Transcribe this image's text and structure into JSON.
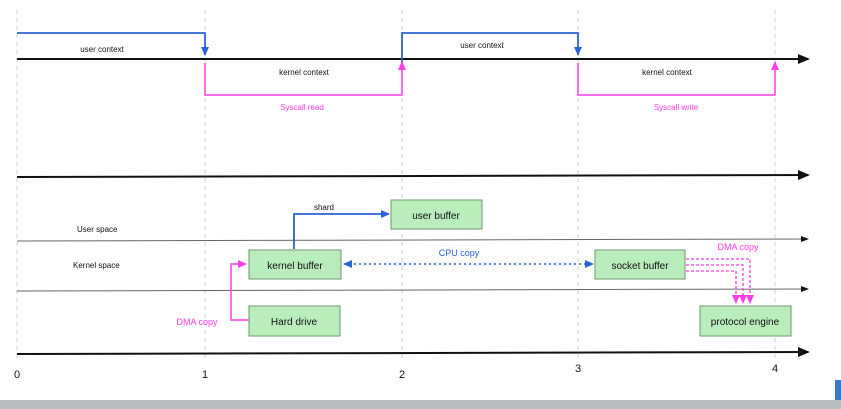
{
  "timeline": {
    "tick_labels": [
      "0",
      "1",
      "2",
      "3",
      "4"
    ],
    "user_context_1": "user context",
    "user_context_2": "user context",
    "kernel_context_1": "kernel context",
    "kernel_context_2": "kernel context",
    "syscall_read": "Syscall read",
    "syscall_write": "Syscall write"
  },
  "spaces": {
    "user_space": "User space",
    "kernel_space": "Kernel space"
  },
  "boxes": {
    "user_buffer": "user buffer",
    "kernel_buffer": "kernel buffer",
    "socket_buffer": "socket buffer",
    "hard_drive": "Hard drive",
    "protocol_engine": "protocol engine"
  },
  "labels": {
    "shard": "shard",
    "cpu_copy": "CPU copy",
    "dma_copy_left": "DMA copy",
    "dma_copy_right": "DMA copy"
  },
  "colors": {
    "blue": "#2a62d6",
    "magenta": "#ff3de5",
    "box_fill": "#b9eebc",
    "box_stroke": "#6e9a6e",
    "axis": "#111111",
    "dashed": "#d2d2d2"
  }
}
